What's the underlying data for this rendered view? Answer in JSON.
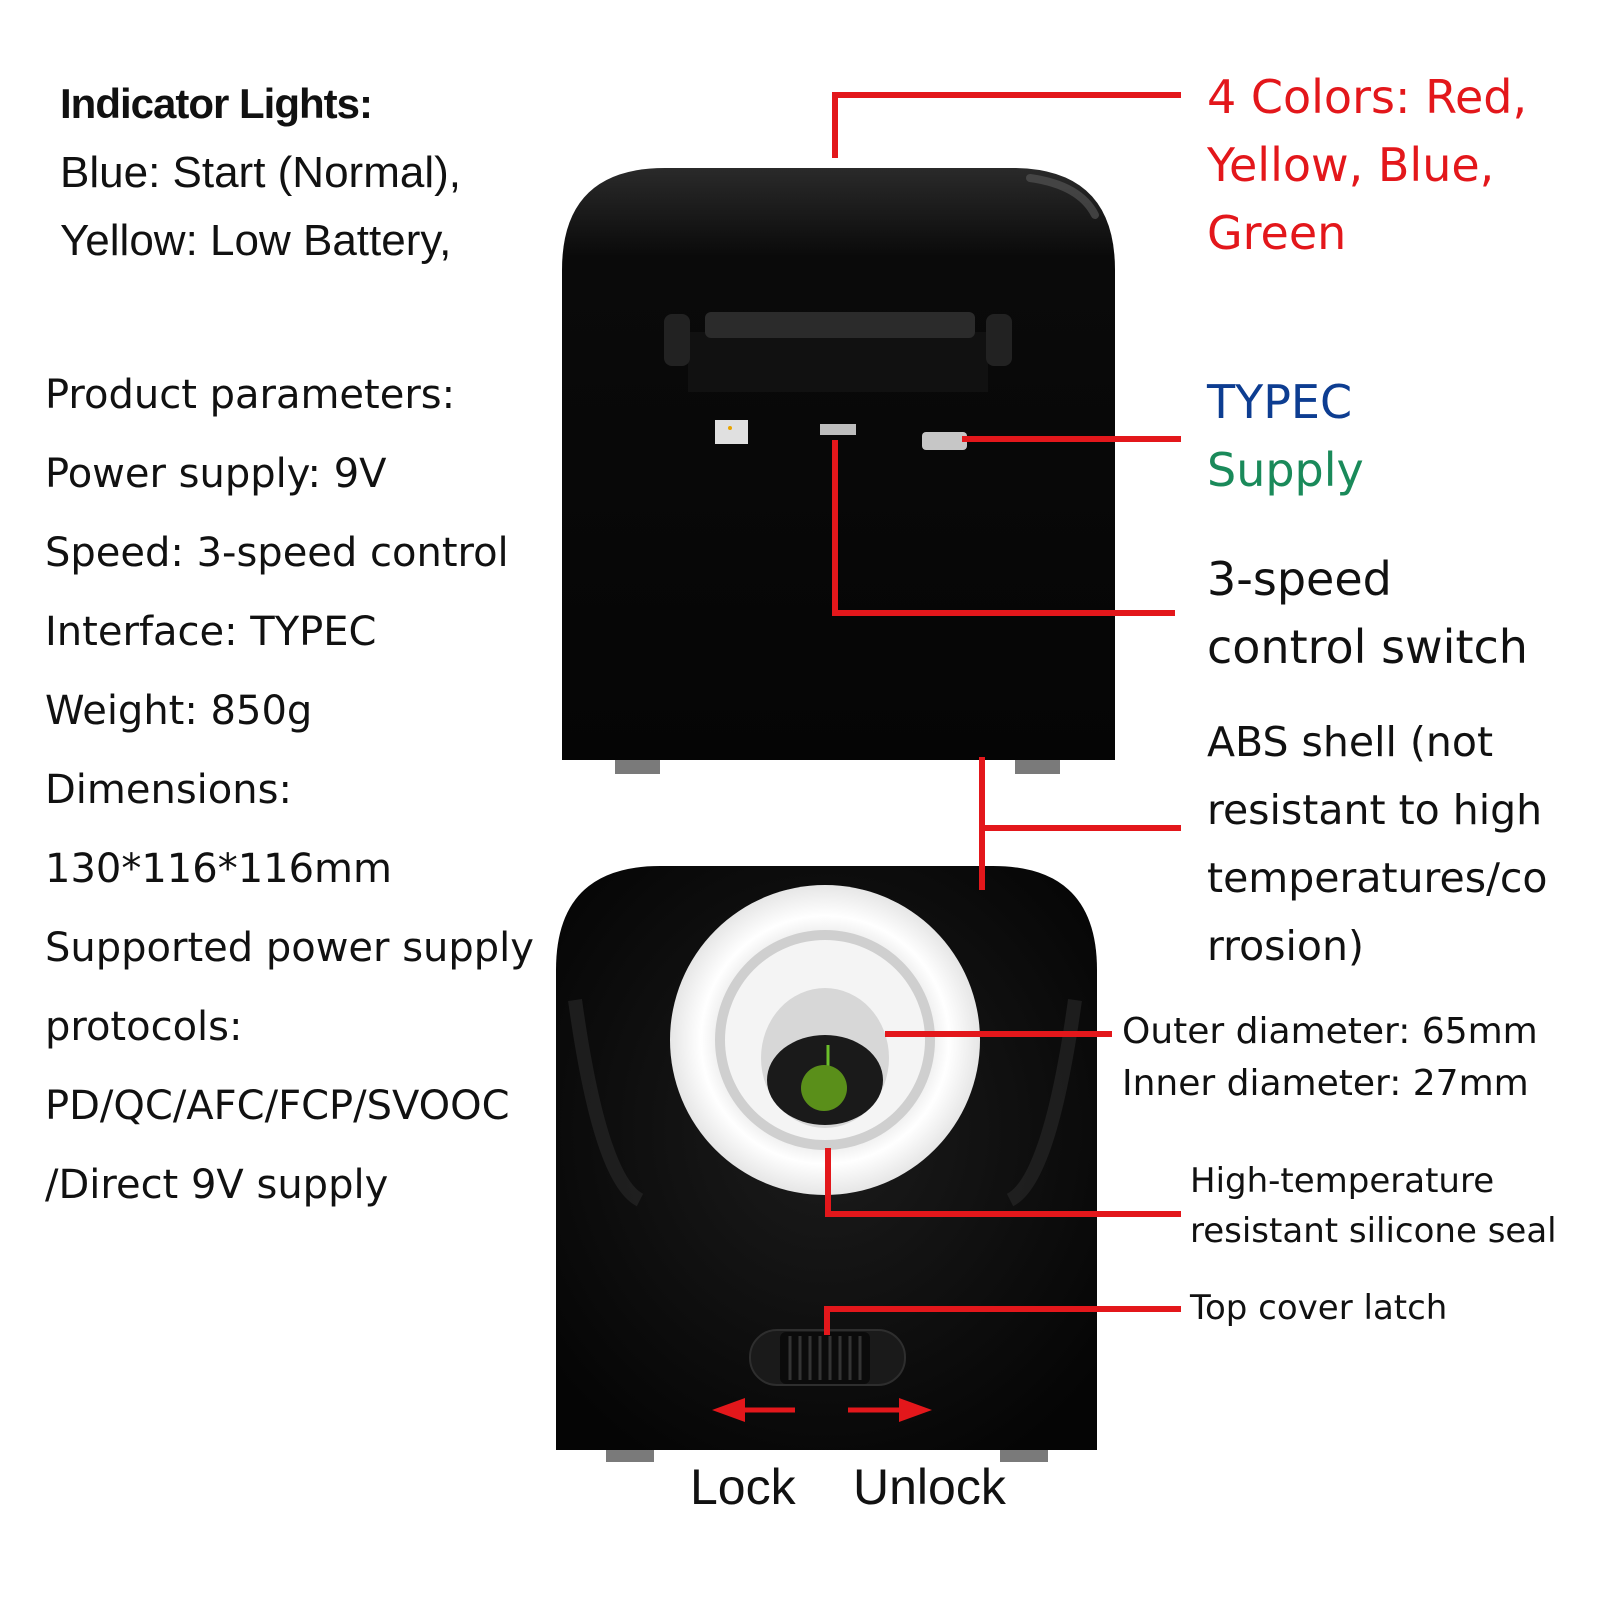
{
  "indicator": {
    "title": "Indicator Lights:",
    "line1": "Blue: Start (Normal),",
    "line2": "Yellow: Low Battery,"
  },
  "params": {
    "heading": "Product parameters:",
    "power": "Power supply: 9V",
    "speed": "Speed: 3-speed control",
    "interface": "Interface: TYPEC",
    "weight": "Weight: 850g",
    "dimensions_label": "Dimensions:",
    "dimensions_value": "130*116*116mm",
    "protocols_1": "Supported power supply",
    "protocols_2": "protocols:",
    "protocols_3": "PD/QC/AFC/FCP/SVOOC",
    "protocols_4": "/Direct 9V supply"
  },
  "callouts": {
    "colors_1": "4 Colors: Red,",
    "colors_2": "Yellow, Blue,",
    "colors_3": "Green",
    "typec_1": "TYPEC",
    "typec_2": "Supply",
    "switch_1": "3-speed",
    "switch_2": "control switch",
    "shell_1": "ABS shell (not",
    "shell_2": "resistant to high",
    "shell_3": "temperatures/co",
    "shell_4": "rrosion)",
    "outer": "Outer diameter: 65mm",
    "inner": "Inner diameter: 27mm",
    "seal_1": "High-temperature",
    "seal_2": "resistant silicone seal",
    "latch": "Top cover latch"
  },
  "latch_labels": {
    "lock": "Lock",
    "unlock": "Unlock"
  },
  "colors": {
    "callout_red": "#e3171b",
    "typec_blue": "#0d3d91",
    "supply_green": "#1a8a5a",
    "device_black": "#0a0a0a",
    "seal_white": "#eeeeee",
    "indicator_green": "#5a8f1a"
  }
}
